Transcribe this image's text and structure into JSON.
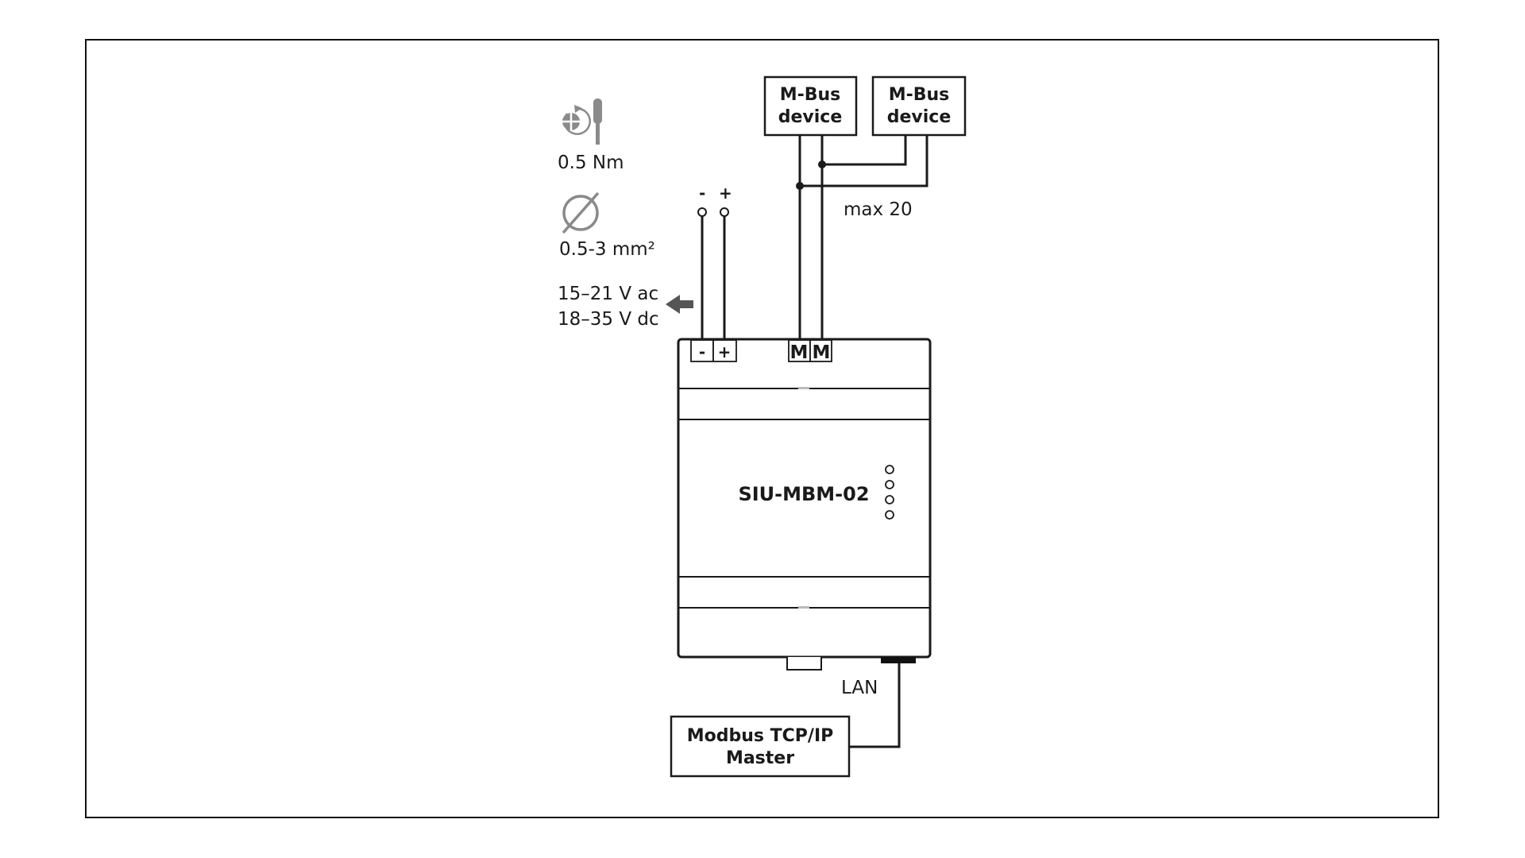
{
  "diagram": {
    "device": {
      "name": "SIU-MBM-02",
      "led_count": 4
    },
    "terminals": {
      "power": [
        {
          "label": "-"
        },
        {
          "label": "+"
        }
      ],
      "mbus": [
        {
          "label": "M"
        },
        {
          "label": "M"
        }
      ]
    },
    "power_supply": {
      "polarity_labels": [
        "-",
        "+"
      ],
      "ac_range": "15–21 V ac",
      "dc_range": "18–35 V dc"
    },
    "specs": {
      "torque": "0.5 Nm",
      "wire_cross_section": "0.5-3 mm²"
    },
    "mbus_devices": [
      {
        "line1": "M-Bus",
        "line2": "device"
      },
      {
        "line1": "M-Bus",
        "line2": "device"
      }
    ],
    "mbus_max_label": "max 20",
    "lan_label": "LAN",
    "master": {
      "line1": "Modbus TCP/IP",
      "line2": "Master"
    },
    "icons": {
      "torque": "screwdriver-torque-icon",
      "diameter": "diameter-icon",
      "supply_arrow": "arrow-left-icon"
    },
    "colors": {
      "line": "#1a1a1a",
      "icon_gray": "#8a8a8a",
      "arrow_gray": "#555555"
    }
  }
}
